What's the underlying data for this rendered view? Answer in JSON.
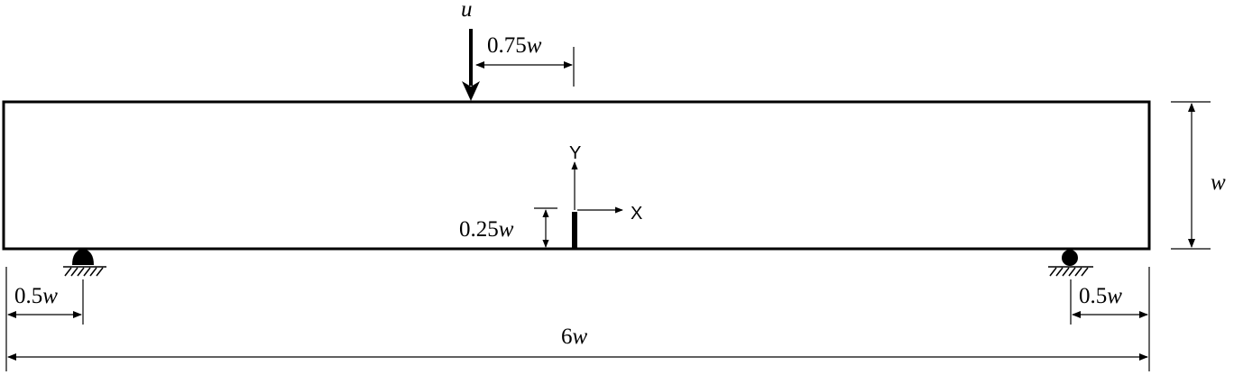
{
  "load": {
    "label": "u"
  },
  "dimensions": {
    "load_offset": {
      "num": "0.75",
      "var": "w"
    },
    "beam_height": {
      "var": "w"
    },
    "notch_depth": {
      "num": "0.25",
      "var": "w"
    },
    "left_support_offset": {
      "num": "0.5",
      "var": "w"
    },
    "right_support_offset": {
      "num": "0.5",
      "var": "w"
    },
    "span": {
      "num": "6",
      "var": "w"
    }
  },
  "axes": {
    "x_label": "X",
    "y_label": "Y"
  }
}
